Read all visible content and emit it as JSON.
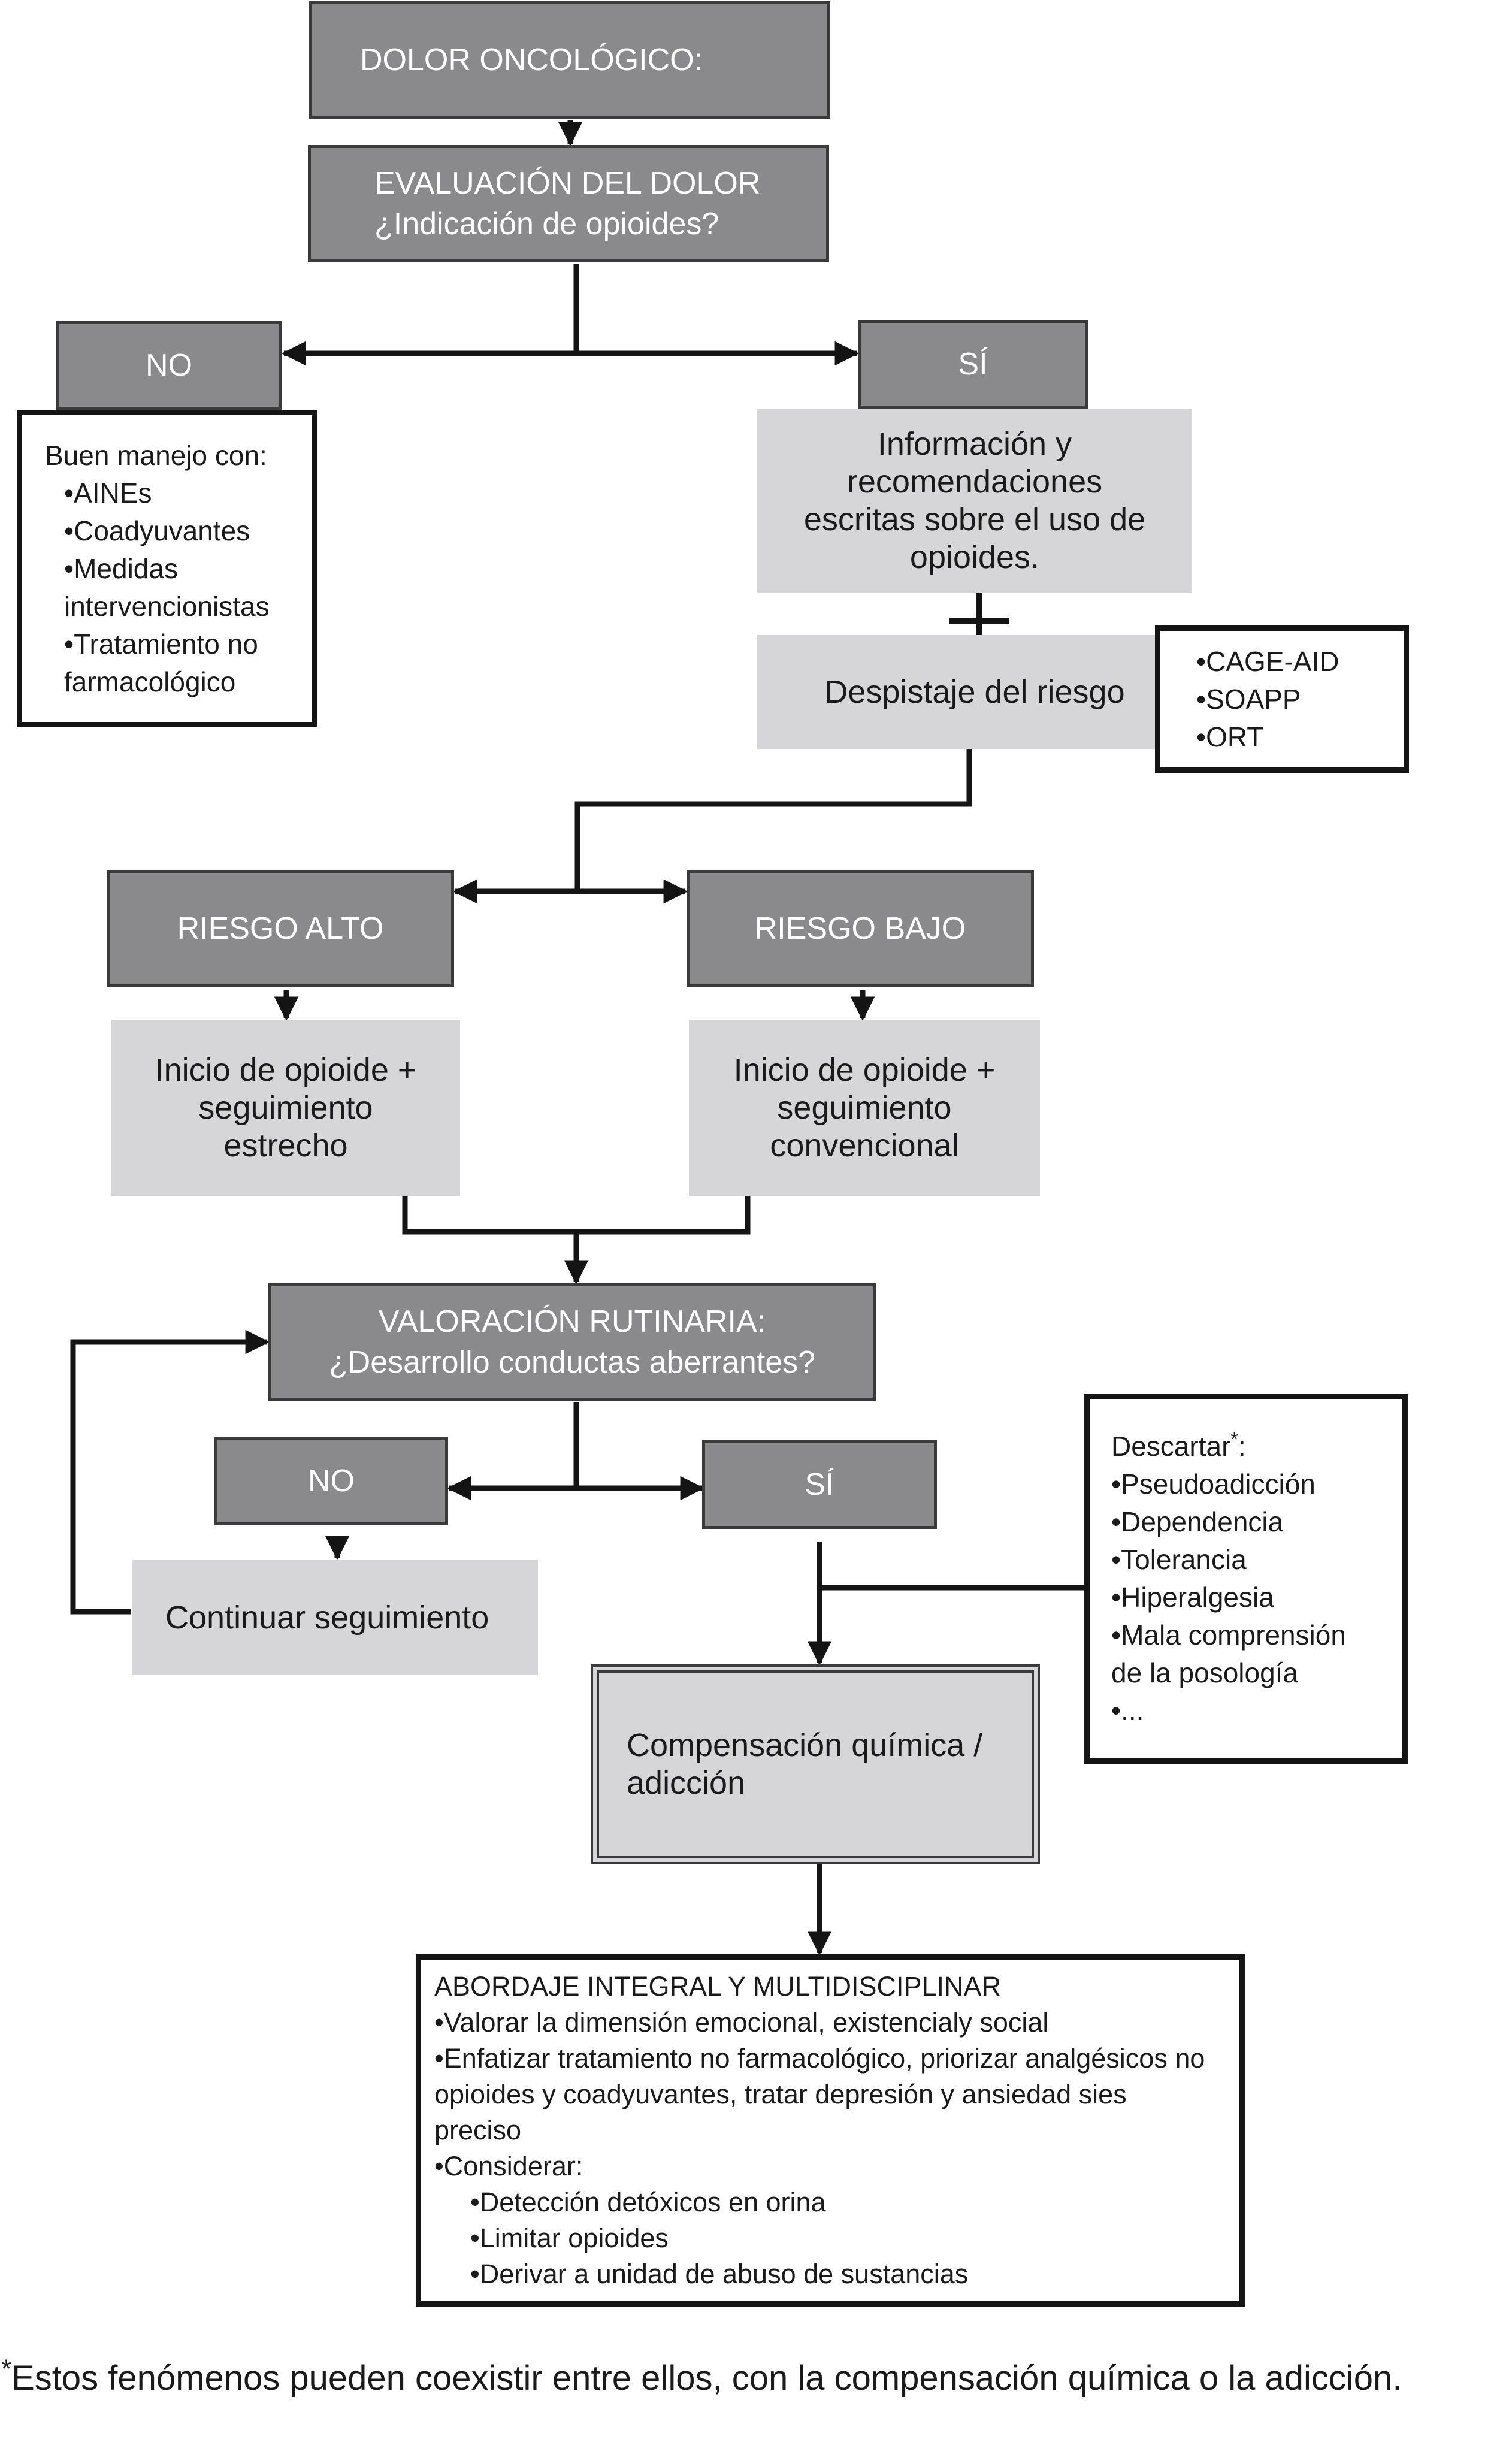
{
  "nodes": {
    "dolor": "DOLOR ONCOLÓGICO:",
    "evaluacion": {
      "line1": "EVALUACIÓN DEL DOLOR",
      "line2": "¿Indicación de opioides?"
    },
    "no_1": "NO",
    "si_1": "SÍ",
    "buen_manejo": {
      "title": "Buen manejo con:",
      "items": [
        "•AINEs",
        "•Coadyuvantes",
        "•Medidas",
        "intervencionistas",
        "•Tratamiento no",
        "farmacológico"
      ]
    },
    "informacion": [
      "Información y",
      "recomendaciones",
      "escritas sobre el uso de",
      "opioides."
    ],
    "despistaje": "Despistaje del riesgo",
    "escalas": [
      "•CAGE-AID",
      "•SOAPP",
      "•ORT"
    ],
    "riesgo_alto": "RIESGO ALTO",
    "riesgo_bajo": "RIESGO BAJO",
    "inicio_estrecho": [
      "Inicio de opioide +",
      "seguimiento",
      "estrecho"
    ],
    "inicio_convencional": [
      "Inicio de opioide +",
      "seguimiento",
      "convencional"
    ],
    "valoracion": {
      "line1": "VALORACIÓN RUTINARIA:",
      "line2": "¿Desarrollo conductas aberrantes?"
    },
    "no_2": "NO",
    "si_2": "SÍ",
    "continuar": "Continuar seguimiento",
    "descartar": {
      "title": "Descartar",
      "mark": "*",
      "colon": ":",
      "items": [
        "•Pseudoadicción",
        "•Dependencia",
        "•Tolerancia",
        "•Hiperalgesia",
        "•Mala comprensión",
        "de la posología",
        "•..."
      ]
    },
    "compensacion": [
      "Compensación química /",
      "adicción"
    ],
    "abordaje": {
      "title": "ABORDAJE INTEGRAL Y MULTIDISCIPLINAR",
      "lines": [
        "•Valorar la dimensión emocional, existencialy social",
        "•Enfatizar tratamiento no farmacológico, priorizar analgésicos no",
        "opioides y coadyuvantes, tratar depresión y ansiedad sies",
        "preciso",
        "•Considerar:"
      ],
      "sub": [
        "•Detección detóxicos en orina",
        "•Limitar opioides",
        "•Derivar a unidad de abuso de sustancias"
      ]
    }
  },
  "footnote": {
    "mark": "*",
    "text": "Estos fenómenos pueden coexistir entre ellos, con la compensación química o la adicción."
  }
}
